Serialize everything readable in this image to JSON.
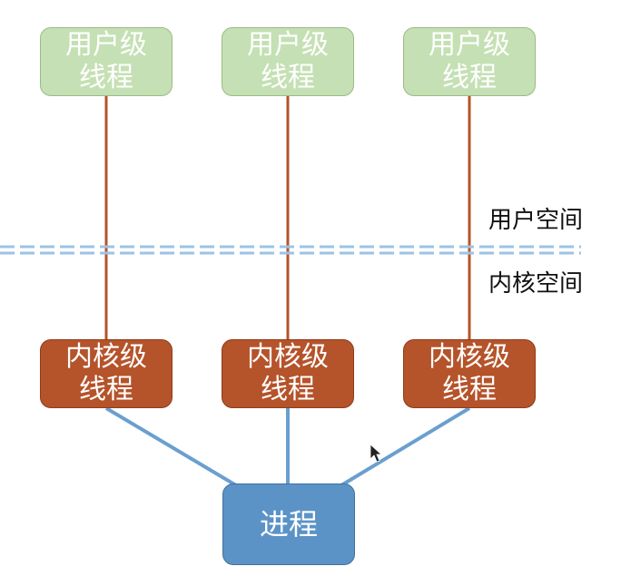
{
  "user_threads": [
    {
      "line1": "用户级",
      "line2": "线程"
    },
    {
      "line1": "用户级",
      "line2": "线程"
    },
    {
      "line1": "用户级",
      "line2": "线程"
    }
  ],
  "kernel_threads": [
    {
      "line1": "内核级",
      "line2": "线程"
    },
    {
      "line1": "内核级",
      "line2": "线程"
    },
    {
      "line1": "内核级",
      "line2": "线程"
    }
  ],
  "process": {
    "label": "进程"
  },
  "space_labels": {
    "user_space": "用户空间",
    "kernel_space": "内核空间"
  },
  "colors": {
    "user_thread_fill": "#c5e0b4",
    "kernel_thread_fill": "#b5532a",
    "process_fill": "#5b93c7",
    "mapping_line": "#b5532a",
    "process_line": "#6a9fd0",
    "boundary_line": "#9cc3e6"
  }
}
